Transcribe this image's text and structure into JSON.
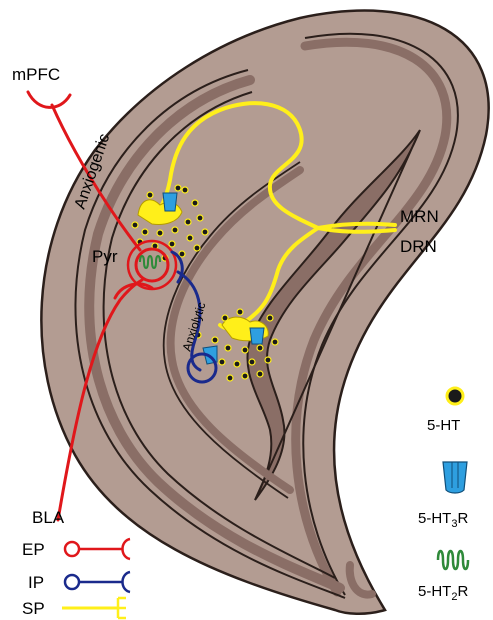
{
  "labels": {
    "mpfc": "mPFC",
    "anxiogenic": "Anxiogenic",
    "pyr": "Pyr",
    "mrn": "MRN",
    "drn": "DRN",
    "anxiolytic": "Anxiolytic",
    "bla": "BLA"
  },
  "legend_left": {
    "ep": "EP",
    "ip": "IP",
    "sp": "SP"
  },
  "legend_right": {
    "ht": "5-HT",
    "ht3r_main": "5-HT",
    "ht3r_sub": "3",
    "ht3r_suffix": "R",
    "ht2r_main": "5-HT",
    "ht2r_sub": "2",
    "ht2r_suffix": "R"
  },
  "colors": {
    "tissue_outer": "#b39c92",
    "tissue_inner": "#9f867c",
    "layer": "#8a6e66",
    "outline": "#2b1f1b",
    "excitatory": "#e0171b",
    "inhibitory": "#1a2a8c",
    "serotonergic": "#ffef1a",
    "ht3r": "#2e9fe0",
    "ht2r": "#2f8a3a",
    "ht_dot": "#1a1a1a"
  }
}
